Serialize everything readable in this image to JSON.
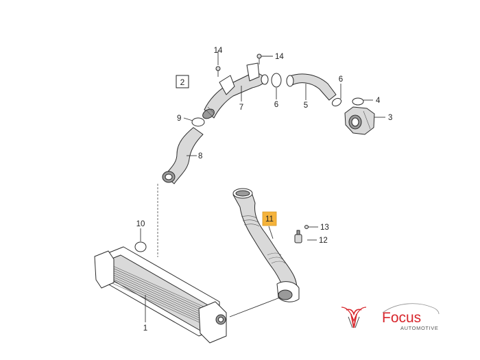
{
  "diagram": {
    "group_label": "2",
    "callouts": [
      {
        "id": "c1",
        "label": "1"
      },
      {
        "id": "c3",
        "label": "3"
      },
      {
        "id": "c4",
        "label": "4"
      },
      {
        "id": "c5",
        "label": "5"
      },
      {
        "id": "c6a",
        "label": "6"
      },
      {
        "id": "c6b",
        "label": "6"
      },
      {
        "id": "c7",
        "label": "7"
      },
      {
        "id": "c8",
        "label": "8"
      },
      {
        "id": "c9",
        "label": "9"
      },
      {
        "id": "c10",
        "label": "10"
      },
      {
        "id": "c11",
        "label": "11",
        "highlighted": true
      },
      {
        "id": "c12",
        "label": "12"
      },
      {
        "id": "c13",
        "label": "13"
      },
      {
        "id": "c14a",
        "label": "14"
      },
      {
        "id": "c14b",
        "label": "14"
      }
    ],
    "highlight_color": "#f5b33b"
  },
  "brand": {
    "name": "Focus",
    "tagline": "AUTOMOTIVE",
    "color": "#d7262c"
  }
}
